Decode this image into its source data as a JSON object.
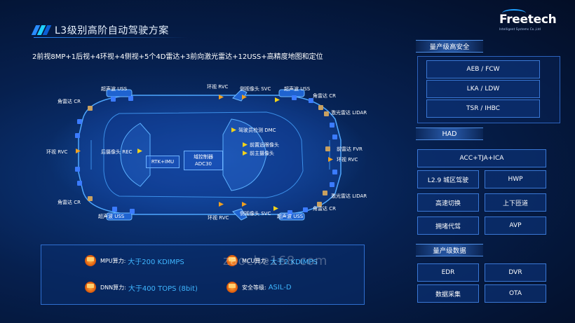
{
  "header": {
    "title": "L3级别高阶自动驾驶方案",
    "logo": "Freetech",
    "logo_sub": "Intelligent Systems Co.,Ltd"
  },
  "subtitle": "2前视8MP+1后视+4环视+4侧视+5个4D雷达+3前向激光雷达+12USS+高精度地图和定位",
  "diagram": {
    "labels": {
      "uss_top_left": "超声波 USS",
      "corner_radar_tl": "角雷达 CR",
      "rvc_top": "环视 RVC",
      "svc_top": "侧视像头 SVC",
      "uss_top_right": "超声波 USS",
      "corner_radar_tr": "角雷达 CR",
      "lidar_top": "激光雷达 LIDAR",
      "dmc": "驾驶员检测 DMC",
      "front_far_cam": "前置远眼像头",
      "front_main_cam": "前主摄像头",
      "front_radar": "前雷达 FVR",
      "rvc_right": "环视 RVC",
      "rvc_left": "环视 RVC",
      "rear_cam": "后摄像头 REC",
      "rtk": "RTK+IMU",
      "adc_line1": "域控制器",
      "adc_line2": "ADC30",
      "corner_radar_bl": "角雷达 CR",
      "lidar_bottom": "激光雷达 LIDAR",
      "corner_radar_br": "角雷达 CR",
      "rvc_bottom": "环视 RVC",
      "svc_bottom": "侧视像头 SVC",
      "uss_bottom_left": "超声波 USS",
      "uss_bottom_right": "超声波 USS"
    }
  },
  "compute": {
    "mpu_icon": "MPU",
    "mpu_key": "MPU算力:",
    "mpu_val": "大于200 KDIMPS",
    "dnn_icon": "DNN",
    "dnn_key": "DNN算力:",
    "dnn_val": "大于400 TOPS (8bit)",
    "mcu_icon": "MCU",
    "mcu_key": "MCU算力:",
    "mcu_val": "大于2 KDIMPS",
    "safety_icon": "安全",
    "safety_key": "安全等级:",
    "safety_val": "ASIL-D"
  },
  "watermark": "zaoche168.com",
  "sidebar": {
    "sections": [
      {
        "heading": "量产级高安全",
        "items": [
          "AEB / FCW",
          "LKA / LDW",
          "TSR / IHBC"
        ]
      },
      {
        "heading": "HAD",
        "items": [
          "ACC+TJA+ICA",
          "L2.9 城区驾驶",
          "HWP",
          "高速切换",
          "上下匝道",
          "拥堵代驾",
          "AVP"
        ]
      },
      {
        "heading": "量产级数据",
        "items": [
          "EDR",
          "DVR",
          "数据采集",
          "OTA"
        ]
      }
    ]
  },
  "colors": {
    "accent": "#2a8cff",
    "value_text": "#3fb6ff",
    "background": "#06204f"
  }
}
